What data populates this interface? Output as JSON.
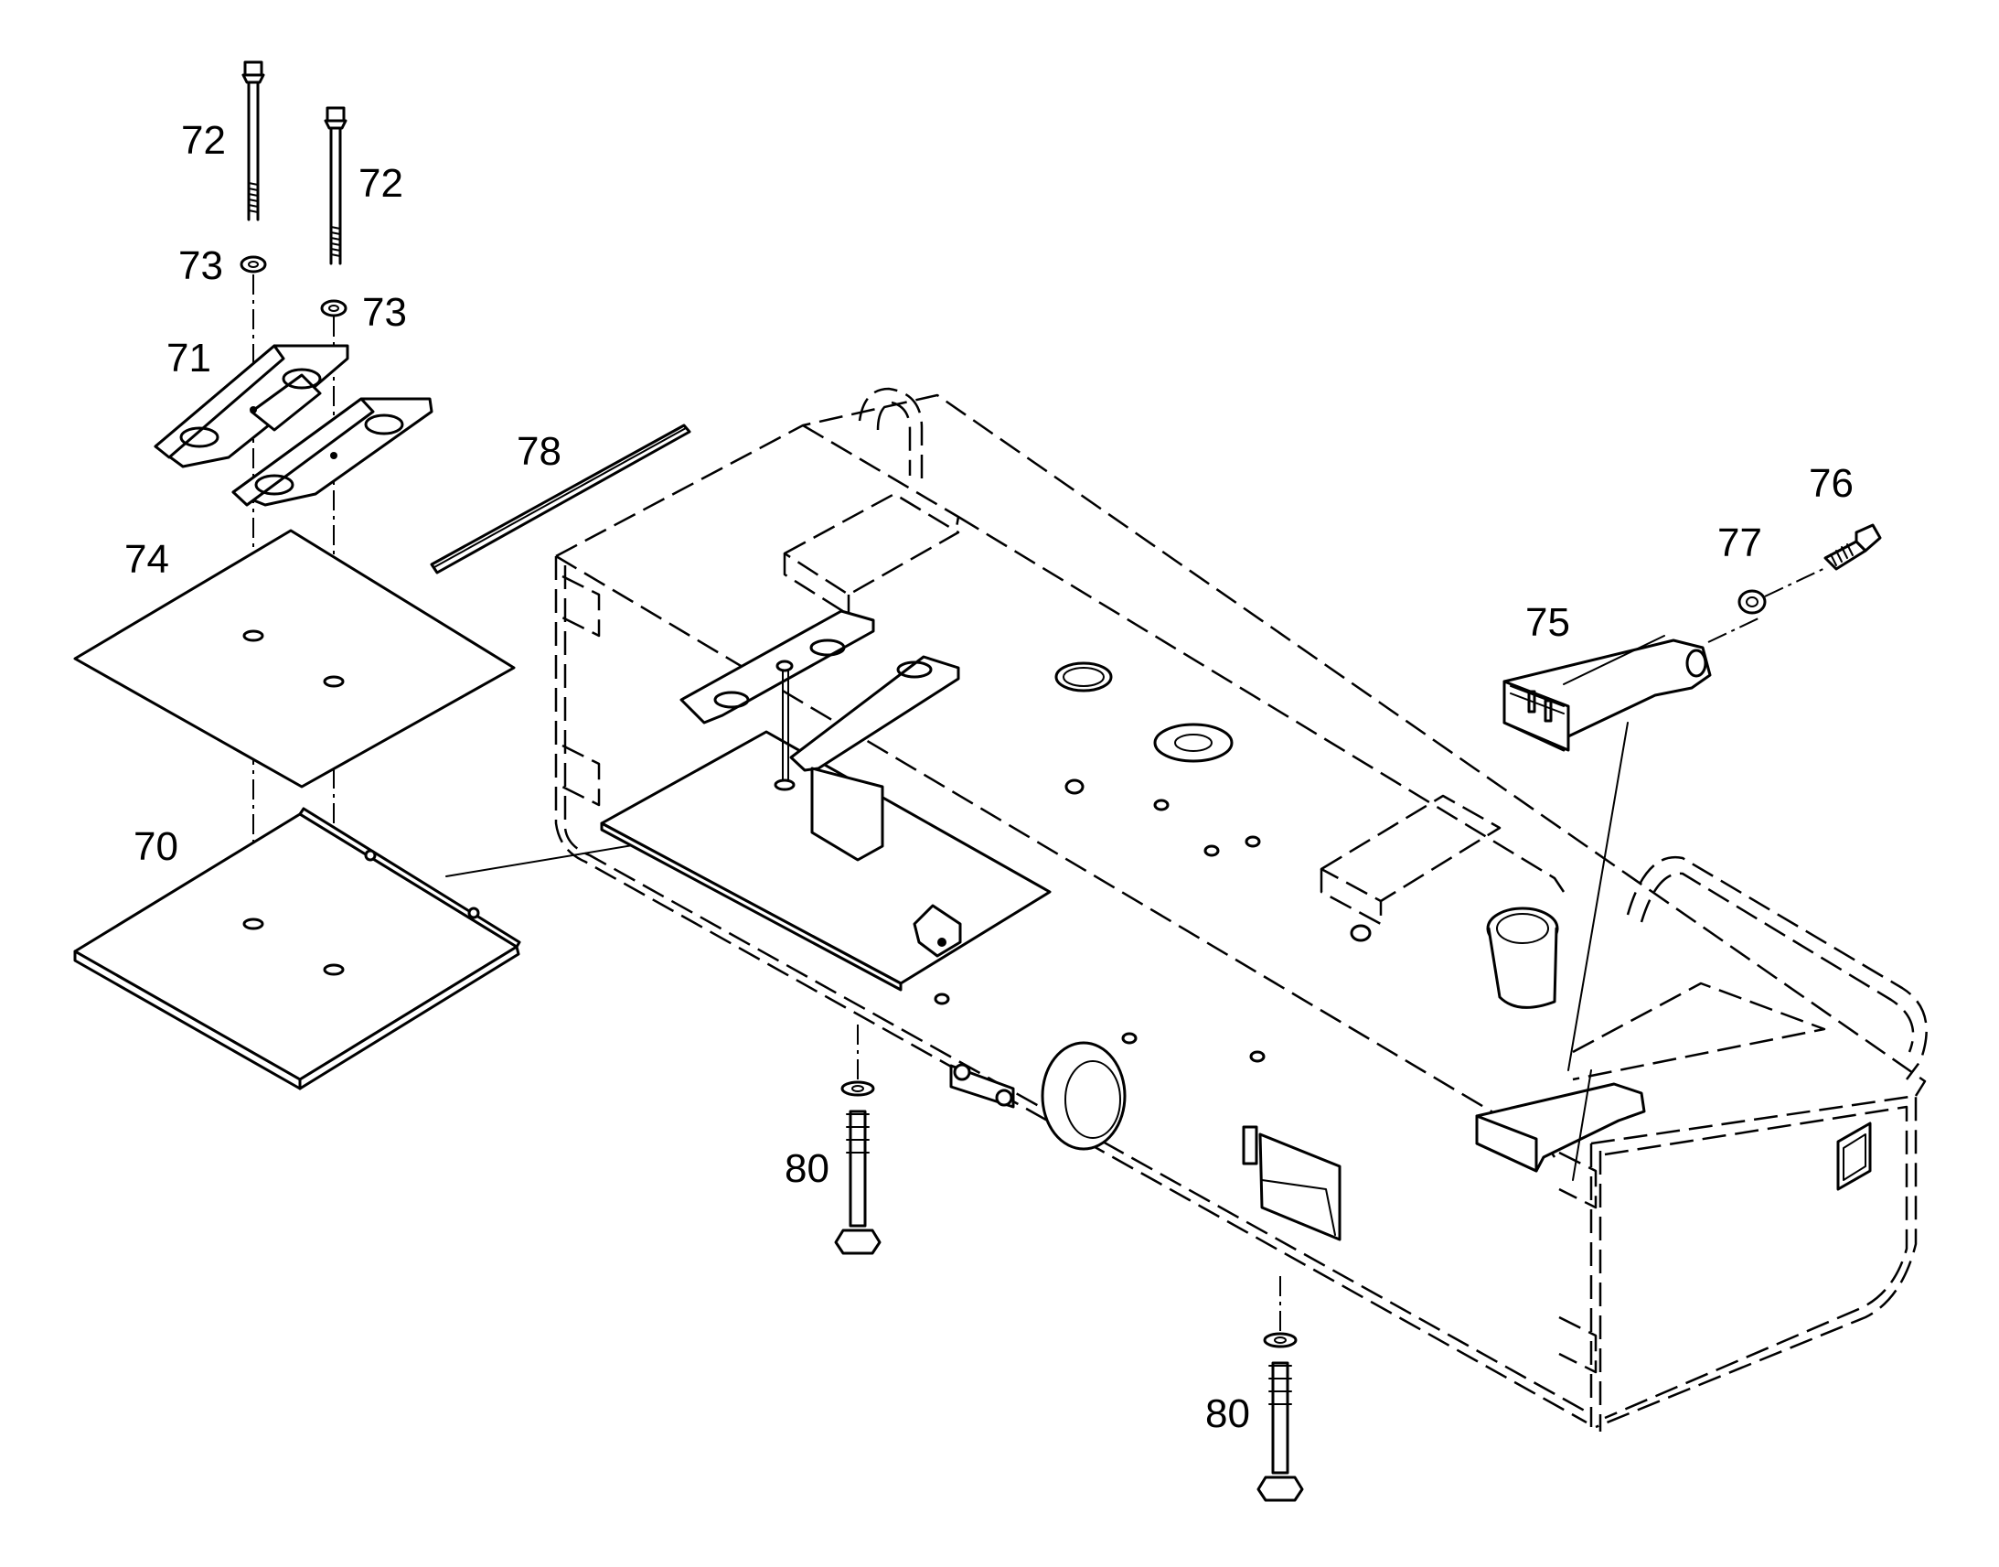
{
  "diagram": {
    "callouts": [
      {
        "id": "c72a",
        "text": "72"
      },
      {
        "id": "c72b",
        "text": "72"
      },
      {
        "id": "c73a",
        "text": "73"
      },
      {
        "id": "c73b",
        "text": "73"
      },
      {
        "id": "c71",
        "text": "71"
      },
      {
        "id": "c74",
        "text": "74"
      },
      {
        "id": "c70",
        "text": "70"
      },
      {
        "id": "c78",
        "text": "78"
      },
      {
        "id": "c76",
        "text": "76"
      },
      {
        "id": "c77",
        "text": "77"
      },
      {
        "id": "c75",
        "text": "75"
      },
      {
        "id": "c80a",
        "text": "80"
      },
      {
        "id": "c80b",
        "text": "80"
      }
    ]
  }
}
